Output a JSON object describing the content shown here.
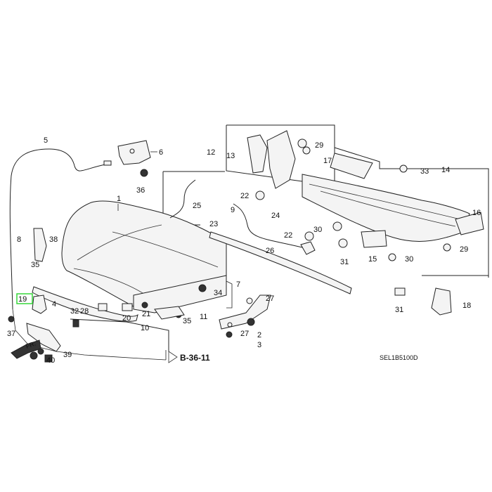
{
  "labels": {
    "p1": "1",
    "p2": "2",
    "p3": "3",
    "p4": "4",
    "p5": "5",
    "p6": "6",
    "p7": "7",
    "p8": "8",
    "p9": "9",
    "p10": "10",
    "p11": "11",
    "p12": "12",
    "p13": "13",
    "p14": "14",
    "p15": "15",
    "p16": "16",
    "p17": "17",
    "p18": "18",
    "p19": "19",
    "p20": "20",
    "p21": "21",
    "p22a": "22",
    "p22b": "22",
    "p23": "23",
    "p24": "24",
    "p25": "25",
    "p26": "26",
    "p27a": "27",
    "p27b": "27",
    "p28": "28",
    "p29a": "29",
    "p29b": "29",
    "p30a": "30",
    "p30b": "30",
    "p31a": "31",
    "p31b": "31",
    "p32": "32",
    "p33": "33",
    "p34": "34",
    "p35a": "35",
    "p35b": "35",
    "p36": "36",
    "p37": "37",
    "p38": "38",
    "p39": "39",
    "p40": "40"
  },
  "cross_reference": "B-36-11",
  "direction_label": "FR.",
  "diagram_code": "SEL1B5100D",
  "highlight_color": "#36d63a"
}
